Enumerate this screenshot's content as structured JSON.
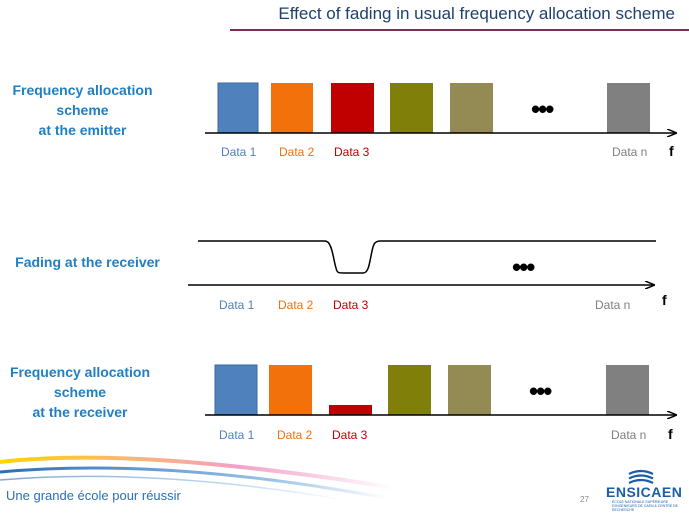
{
  "title": "Effect of fading in usual frequency allocation scheme",
  "rows": {
    "emitter": {
      "label_lines": [
        "Frequency allocation",
        "scheme",
        "at the emitter"
      ]
    },
    "fading": {
      "label": "Fading at the receiver"
    },
    "receiver": {
      "label_lines": [
        "Frequency allocation",
        "scheme",
        "at the receiver"
      ]
    }
  },
  "data_labels": [
    "Data 1",
    "Data 2",
    "Data 3",
    "Data n"
  ],
  "axis_symbol": "f",
  "ellipsis": "•••",
  "colors": {
    "data1": "#4f81bd",
    "data2": "#f2710b",
    "data3": "#c00000",
    "block4": "#7f7f0a",
    "block5": "#948a54",
    "datan": "#808080",
    "title": "#1f3f6e",
    "row_label": "#1f7fc4",
    "accent_line": "#7b2d55"
  },
  "emitter_levels": [
    1,
    1,
    1,
    1,
    1,
    1
  ],
  "receiver_levels": [
    1,
    1,
    0.2,
    1,
    1,
    1
  ],
  "footer": {
    "tagline": "Une grande école pour réussir",
    "page_number": "27",
    "brand": "ENSICAEN",
    "brand_sub": "ÉCOLE NATIONALE SUPÉRIEURE D'INGÉNIEURS DE CAEN & CENTRE DE RECHERCHE"
  }
}
